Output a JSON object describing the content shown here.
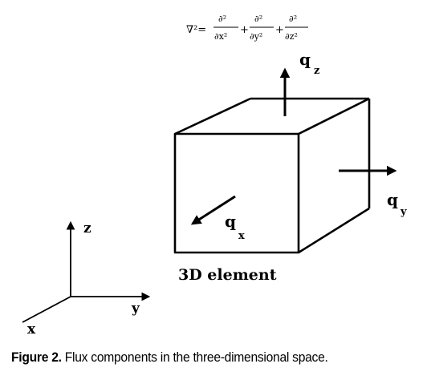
{
  "equation": {
    "lhs": "∇²=",
    "partial2": "∂²",
    "den_x": "∂x²",
    "den_y": "∂y²",
    "den_z": "∂z²",
    "plus": "+"
  },
  "labels": {
    "q": "q",
    "sub_x": "x",
    "sub_y": "y",
    "sub_z": "z",
    "element": "3D  element"
  },
  "axes": {
    "z": "z",
    "y": "y",
    "x": "x"
  },
  "caption": {
    "label": "Figure 2.",
    "text": " Flux components in the three-dimensional space."
  },
  "colors": {
    "ink": "#000000",
    "background": "#ffffff"
  }
}
